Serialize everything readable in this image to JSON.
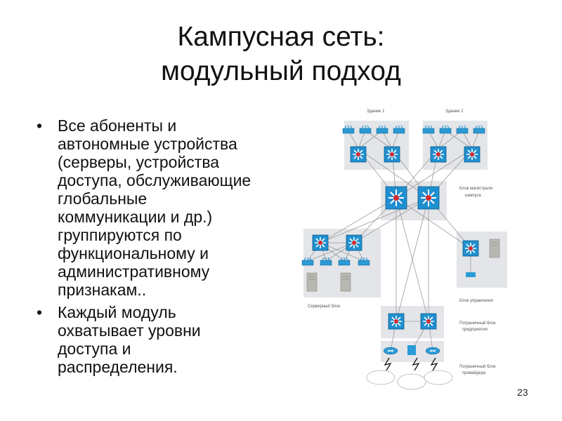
{
  "title": {
    "line1": "Кампусная сеть:",
    "line2": "модульный подход"
  },
  "bullets": [
    "Все абоненты и\nавтономные устройства\n(серверы, устройства\nдоступа, обслуживающие\nглобальные\nкоммуникации и др.)\nгруппируются по\nфункциональному и\nадминистративному\nпризнакам..",
    "Каждый модуль\nохватывает уровни\nдоступа и\nраспределения."
  ],
  "page_number": "23",
  "diagram": {
    "labels": {
      "building1": "Здание 1",
      "building2": "Здание 2",
      "core_block_1": "Блок магистрали",
      "core_block_2": "кампуса",
      "server_block": "Серверный блок",
      "management_block": "Блок управления",
      "enterprise_edge_1": "Пограничный блок",
      "enterprise_edge_2": "предприятия",
      "provider_edge_1": "Пограничный блок",
      "provider_edge_2": "провайдера"
    },
    "colors": {
      "module_bg": "#e3e5e8",
      "switch_blue": "#1f8fd0",
      "switch_red_center": "#d8282b",
      "link_gray": "#9a9a9a"
    }
  }
}
